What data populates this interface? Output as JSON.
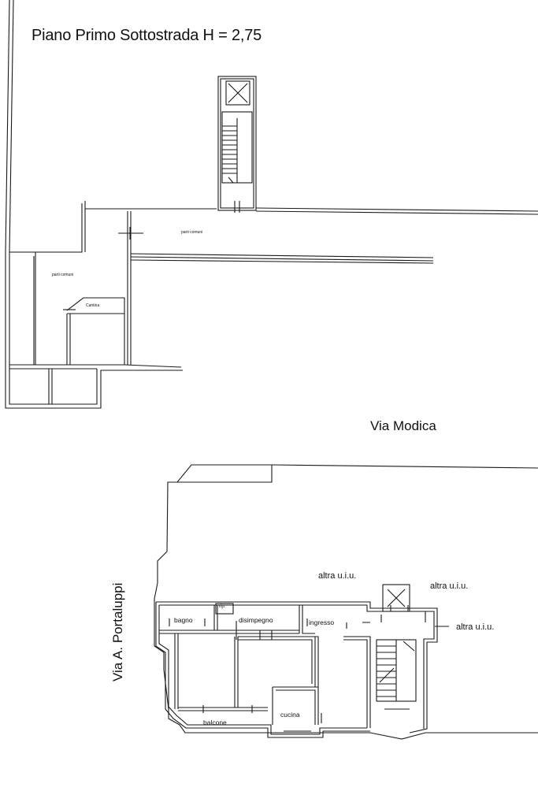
{
  "title": "Piano Primo Sottostrada H = 2,75",
  "streets": {
    "north": "Via Modica",
    "west": "Via A. Portaluppi"
  },
  "basement": {
    "common_corridor_label": "parti comuni",
    "common_area_label": "parti comuni",
    "cellar_label": "Cantina"
  },
  "apartment": {
    "rooms": {
      "bathroom": "bagno",
      "closet": "rip.",
      "hall": "disimpegno",
      "entrance": "ingresso",
      "kitchen": "cucina",
      "balcony": "balcone"
    },
    "neighbors": {
      "top": "altra u.i.u.",
      "upper_right": "altra u.i.u.",
      "right": "altra u.i.u."
    }
  },
  "colors": {
    "ink": "#1a1a1a",
    "paper": "#ffffff"
  }
}
